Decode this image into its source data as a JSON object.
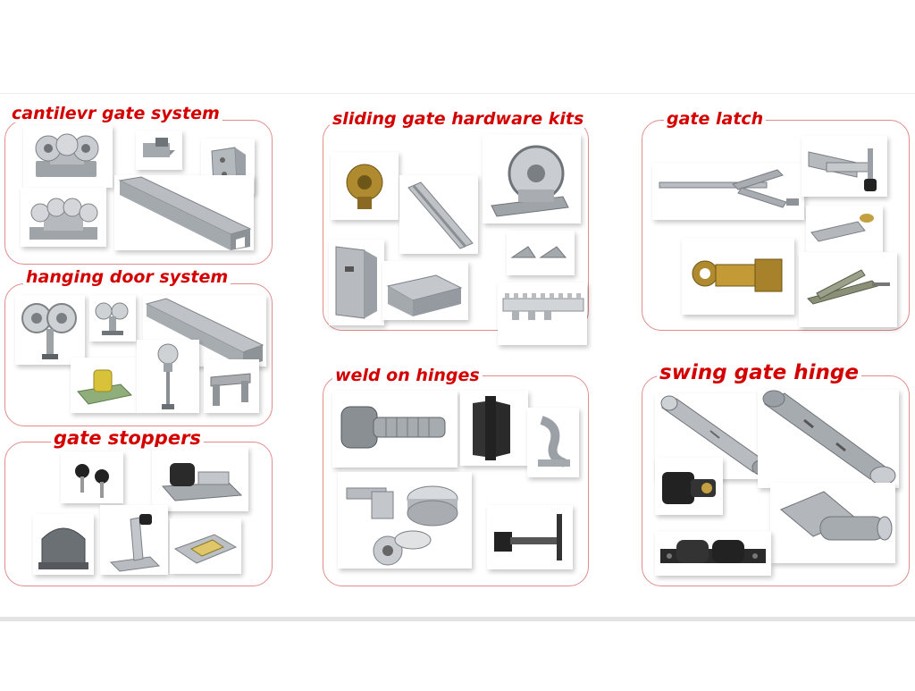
{
  "sections": {
    "cantilever": {
      "title": "cantilevr gate system"
    },
    "hanging": {
      "title": "hanging door system"
    },
    "stoppers": {
      "title": "gate stoppers"
    },
    "sliding": {
      "title": "sliding gate hardware kits"
    },
    "weld": {
      "title": "weld on hinges"
    },
    "latch": {
      "title": "gate latch"
    },
    "swing": {
      "title": "swing gate hinge"
    }
  },
  "colors": {
    "title_red": "#d40000",
    "panel_border": "#e28c8c",
    "steel": "#a9adb2",
    "brass": "#b08a2e",
    "dark": "#2a2a2a",
    "green_plate": "#8fae7a",
    "yellow": "#d8c23a"
  }
}
